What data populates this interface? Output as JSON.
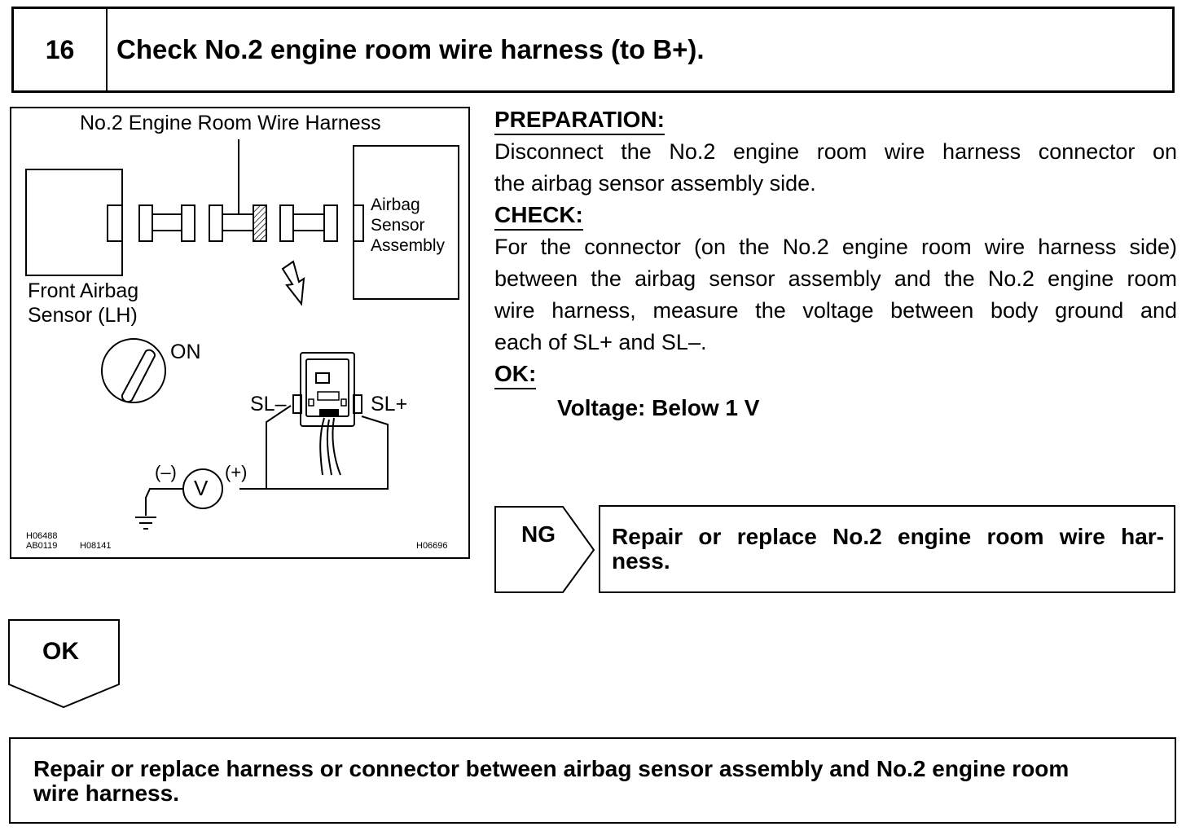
{
  "step": {
    "number": "16",
    "title": "Check No.2 engine room wire harness (to B+)."
  },
  "figure": {
    "harness_label": "No.2 Engine Room Wire Harness",
    "airbag_sensor_label": [
      "Airbag",
      "Sensor",
      "Assembly"
    ],
    "front_sensor_label": [
      "Front Airbag",
      "Sensor (LH)"
    ],
    "ignition_label": "ON",
    "terminal_minus": "SL–",
    "terminal_plus": "SL+",
    "meter_symbol": "V",
    "meter_minus": "(–)",
    "meter_plus": "(+)",
    "codes_left": [
      "H06488",
      "AB0119"
    ],
    "code_mid": "H08141",
    "code_right": "H06696"
  },
  "instructions": {
    "preparation_heading": "PREPARATION:",
    "preparation_lines": [
      "Disconnect the No.2 engine room wire harness connector on",
      "the airbag sensor assembly side."
    ],
    "check_heading": "CHECK:",
    "check_lines": [
      "For the connector (on the No.2 engine room wire harness side)",
      "between the airbag sensor assembly and the No.2 engine room",
      "wire harness, measure the voltage between body ground and",
      "each of SL+ and SL–."
    ],
    "ok_heading": "OK:",
    "criteria": "Voltage: Below 1 V"
  },
  "ng": {
    "label": "NG",
    "action_line1": "Repair or replace No.2 engine room wire har-",
    "action_line2": "ness."
  },
  "ok": {
    "label": "OK"
  },
  "final": {
    "line1": "Repair or replace harness or connector between airbag sensor assembly and No.2 engine room",
    "line2": "wire harness."
  }
}
